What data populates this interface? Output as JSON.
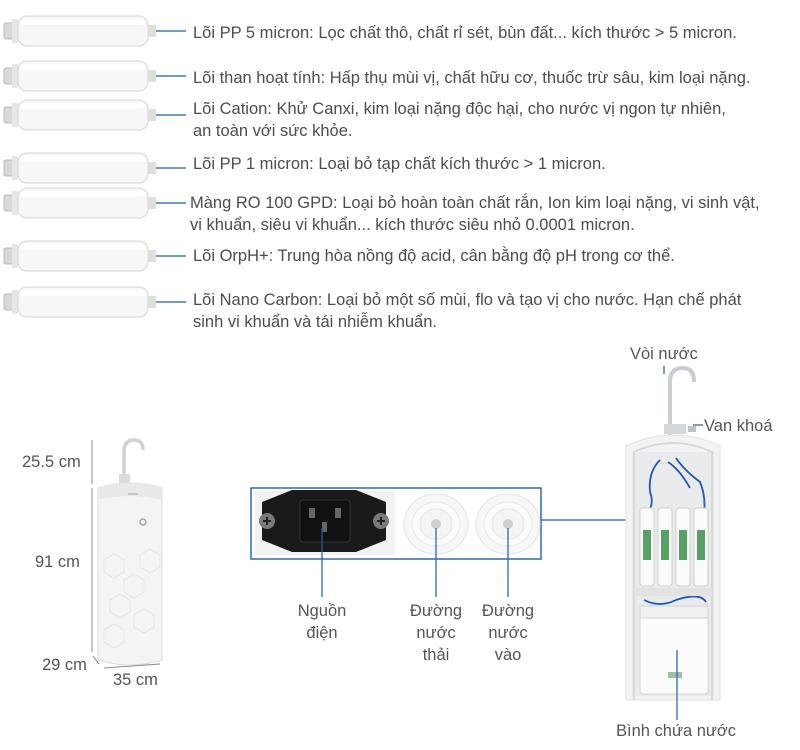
{
  "filters": [
    {
      "lines": [
        "Lõi PP 5 micron: Lọc chất thô, chất rỉ sét, bùn đất... kích thước > 5 micron."
      ]
    },
    {
      "lines": [
        "Lõi than hoạt tính: Hấp thụ mùi vị, chất hữu cơ, thuốc trừ sâu, kim loại nặng."
      ]
    },
    {
      "lines": [
        "Lõi Cation: Khử Canxi, kim loại nặng độc hại, cho nước vị ngon tự nhiên,",
        "an toàn với sức khỏe."
      ]
    },
    {
      "lines": [
        "Lõi PP 1 micron: Loại bỏ tạp chất kích thước > 1 micron."
      ]
    },
    {
      "lines": [
        "Màng RO 100 GPD: Loại bỏ hoàn toàn chất rắn, Ion kim loại nặng, vi sinh vật,",
        "vi khuẩn, siêu vi khuẩn... kích thước siêu nhỏ 0.0001 micron."
      ]
    },
    {
      "lines": [
        "Lõi OrpH+: Trung hòa nồng độ acid, cân bằng độ pH trong cơ thể."
      ]
    },
    {
      "lines": [
        "Lõi Nano Carbon: Loại bỏ một số mùi, flo và tạo vị cho nước. Hạn chế phát",
        "sinh vi khuẩn và tái nhiễm khuẩn."
      ]
    }
  ],
  "dimensions": {
    "faucet_height": "25.5 cm",
    "body_height": "91 cm",
    "depth": "29 cm",
    "width": "35 cm"
  },
  "ports": {
    "power": [
      "Nguồn",
      "điện"
    ],
    "waste": [
      "Đường",
      "nước",
      "thải"
    ],
    "inlet": [
      "Đường",
      "nước",
      "vào"
    ]
  },
  "parts": {
    "faucet": "Vòi nước",
    "valve": "Van khoá",
    "tank": "Bình chứa nước"
  },
  "colors": {
    "text": "#4d4d4d",
    "callout_line": "#1f5fa8",
    "filter_green": "#2e8b3e"
  }
}
